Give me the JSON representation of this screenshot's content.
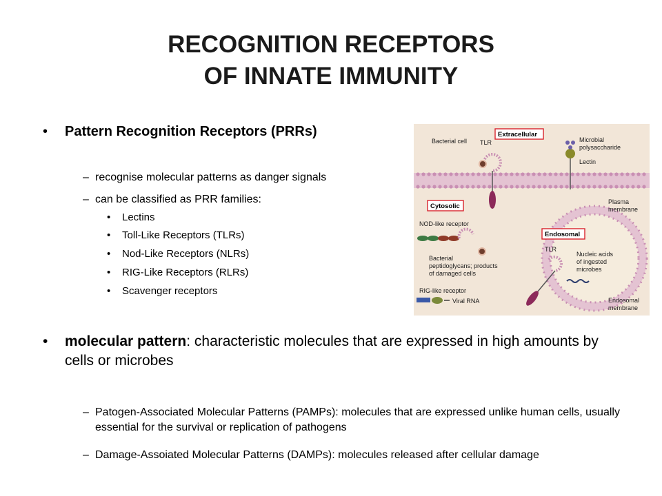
{
  "slide": {
    "title_line1": "RECOGNITION RECEPTORS",
    "title_line2": "OF INNATE IMMUNITY",
    "prr": {
      "heading": "Pattern Recognition Receptors (PRRs)",
      "items": [
        "recognise molecular patterns as danger signals",
        "can be classified as PRR families:"
      ],
      "families": [
        "Lectins",
        "Toll-Like Receptors (TLRs)",
        "Nod-Like Receptors (NLRs)",
        "RIG-Like Receptors (RLRs)",
        "Scavenger receptors"
      ]
    },
    "pattern": {
      "term": "molecular pattern",
      "definition": ": characteristic molecules that are expressed in high amounts by cells or microbes",
      "items": [
        "Patogen-Associated Molecular Patterns (PAMPs): molecules that are expressed unlike human cells, usually essential for the survival or replication of pathogens",
        "Damage-Assoiated Molecular Patterns (DAMPs): molecules released after cellular damage"
      ]
    },
    "bullet": "•",
    "dash": "–"
  },
  "figure": {
    "box_extracellular": "Extracellular",
    "box_cytosolic": "Cytosolic",
    "box_endosomal": "Endosomal",
    "label_bacterial_cell": "Bacterial cell",
    "label_tlr_top": "TLR",
    "label_microbial_1": "Microbial",
    "label_microbial_2": "polysaccharide",
    "label_lectin": "Lectin",
    "label_plasma_1": "Plasma",
    "label_plasma_2": "membrane",
    "label_nod": "NOD-like receptor",
    "label_bact_pep_1": "Bacterial",
    "label_bact_pep_2": "peptidoglycans; products",
    "label_bact_pep_3": "of damaged cells",
    "label_tlr_endo": "TLR",
    "label_nucleic_1": "Nucleic acids",
    "label_nucleic_2": "of ingested",
    "label_nucleic_3": "microbes",
    "label_rig": "RIG-like receptor",
    "label_viral": "Viral RNA",
    "label_endo_mem_1": "Endosomal",
    "label_endo_mem_2": "membrane",
    "colors": {
      "background": "#f2e6d8",
      "membrane": "#d9a8c8",
      "box_border": "#d9232e",
      "receptor": "#8c2a5a"
    }
  }
}
